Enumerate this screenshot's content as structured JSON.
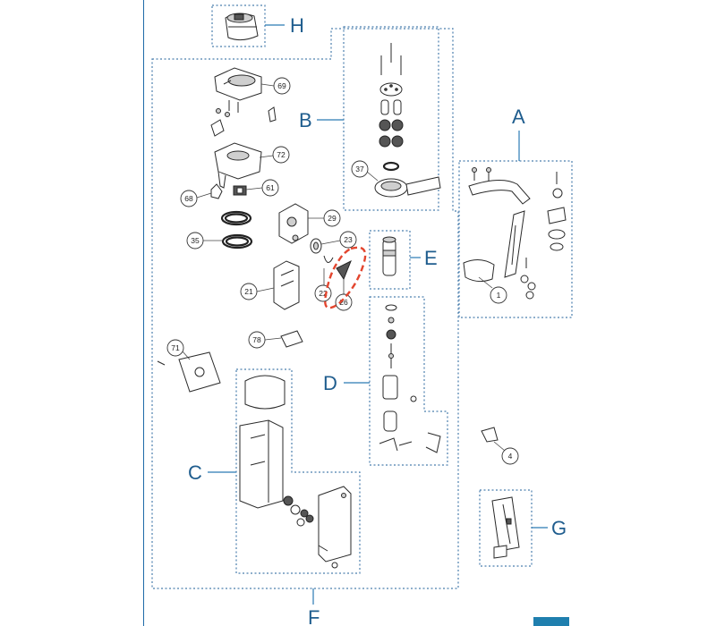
{
  "section_labels": {
    "a": "A",
    "b": "B",
    "c": "C",
    "d": "D",
    "e": "E",
    "f": "F",
    "g": "G",
    "h": "H"
  },
  "part_callouts": {
    "p69": "69",
    "p72": "72",
    "p61": "61",
    "p68": "68",
    "p29": "29",
    "p35": "35",
    "p23": "23",
    "p21": "21",
    "p22": "22",
    "p26": "26",
    "p78": "78",
    "p71": "71",
    "p37": "37",
    "p1": "1",
    "p4": "4"
  },
  "highlight_color": "#e3452e",
  "accent_color": "#1f5d8e",
  "border_color": "#4b7fae"
}
